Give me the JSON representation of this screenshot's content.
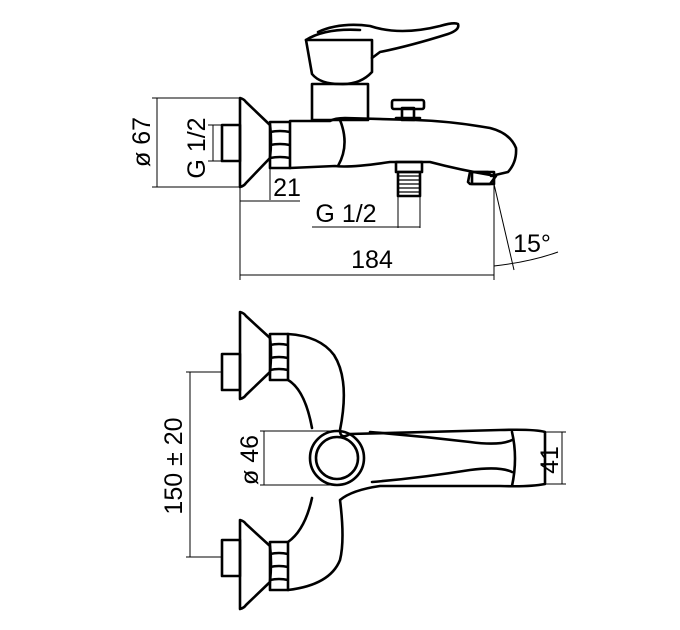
{
  "drawing": {
    "labels": {
      "flange_diameter": "ø 67",
      "inlet_thread": "G 1/2",
      "connector_depth": "21",
      "shower_outlet_thread": "G 1/2",
      "overall_length": "184",
      "spout_angle": "15°",
      "center_distance": "150 ± 20",
      "handle_diameter": "ø 46",
      "spout_height": "41"
    }
  }
}
